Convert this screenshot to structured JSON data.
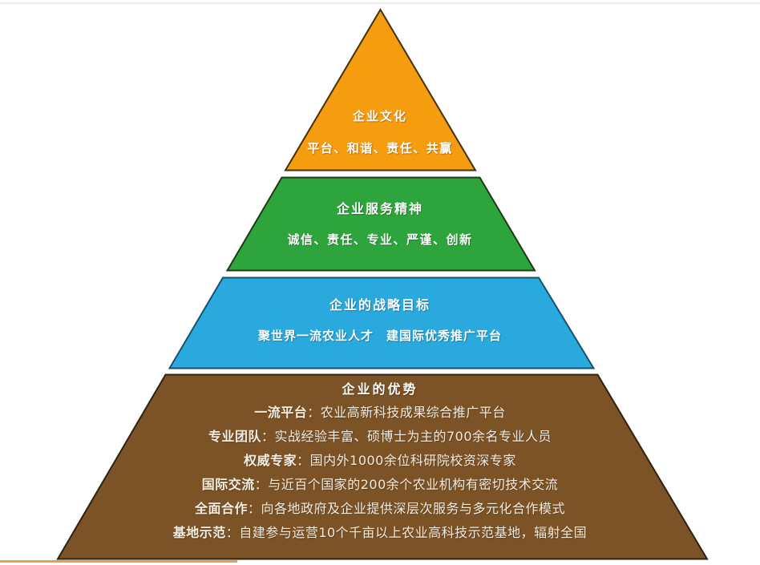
{
  "pyramid": {
    "levels": [
      {
        "id": "culture",
        "title": "企业文化",
        "subtitle": "平台、和谐、责任、共赢",
        "color": "#F59C0F"
      },
      {
        "id": "spirit",
        "title": "企业服务精神",
        "subtitle": "诚信、责任、专业、严谨、创新",
        "color": "#2EA53C"
      },
      {
        "id": "goal",
        "title": "企业的战略目标",
        "subtitle": "聚世界一流农业人才　建国际优秀推广平台",
        "color": "#29A9DE"
      },
      {
        "id": "advantages",
        "title": "企业的优势",
        "color": "#7B5327",
        "items": [
          {
            "label": "一流平台",
            "text": "：农业高新科技成果综合推广平台"
          },
          {
            "label": "专业团队",
            "text": "：实战经验丰富、硕博士为主的700余名专业人员"
          },
          {
            "label": "权威专家",
            "text": "：国内外1000余位科研院校资深专家"
          },
          {
            "label": "国际交流",
            "text": "：与近百个国家的200余个农业机构有密切技术交流"
          },
          {
            "label": "全面合作",
            "text": "：向各地政府及企业提供深层次服务与多元化合作模式"
          },
          {
            "label": "基地示范",
            "text": "：自建参与运营10个千亩以上农业高科技示范基地，辐射全国"
          }
        ]
      }
    ],
    "accent_colors": {
      "top_rule": "#ECEAE6",
      "bottom_bar": "#E2A24E"
    }
  }
}
